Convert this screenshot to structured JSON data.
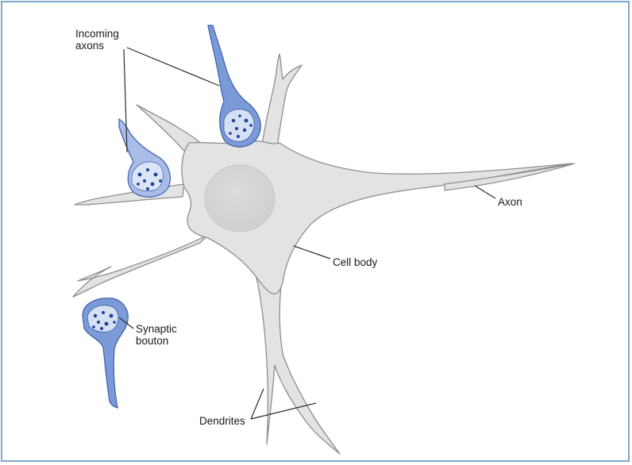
{
  "labels": {
    "incoming_axons": [
      "Incoming",
      "axons"
    ],
    "axon": "Axon",
    "cell_body": "Cell body",
    "synaptic_bouton": [
      "Synaptic",
      "bouton"
    ],
    "dendrites": "Dendrites"
  },
  "colors": {
    "frame": "#7fa8c9",
    "cell_fill": "#e3e3e4",
    "cell_stroke": "#8d8e91",
    "nucleus_fill": "#d8d8da",
    "axon_terminal_fill": "#7b9ad8",
    "axon_terminal_stroke": "#3e5dab",
    "bouton_inner_fill": "#cfd9ef",
    "vesicle_color": "#1c3f99",
    "leader_line": "#2a2a2a"
  }
}
